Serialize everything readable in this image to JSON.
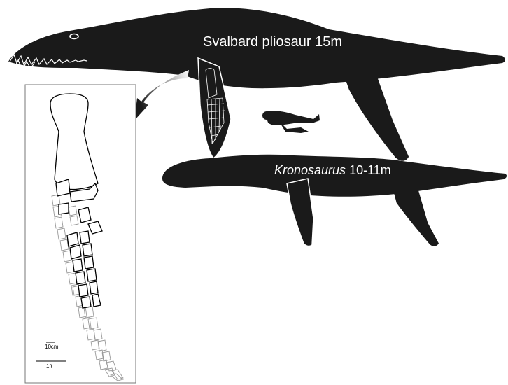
{
  "labels": {
    "pliosaur": "Svalbard pliosaur 15m",
    "kronosaurus_genus": "Kronosaurus",
    "kronosaurus_size": " 10-11m"
  },
  "scale_bars": {
    "small": "10cm",
    "large": "1ft"
  },
  "colors": {
    "silhouette": "#1a1a1a",
    "outline": "#ffffff",
    "inset_frame": "#777777",
    "bones_primary": "#000000",
    "bones_secondary": "#999999"
  }
}
